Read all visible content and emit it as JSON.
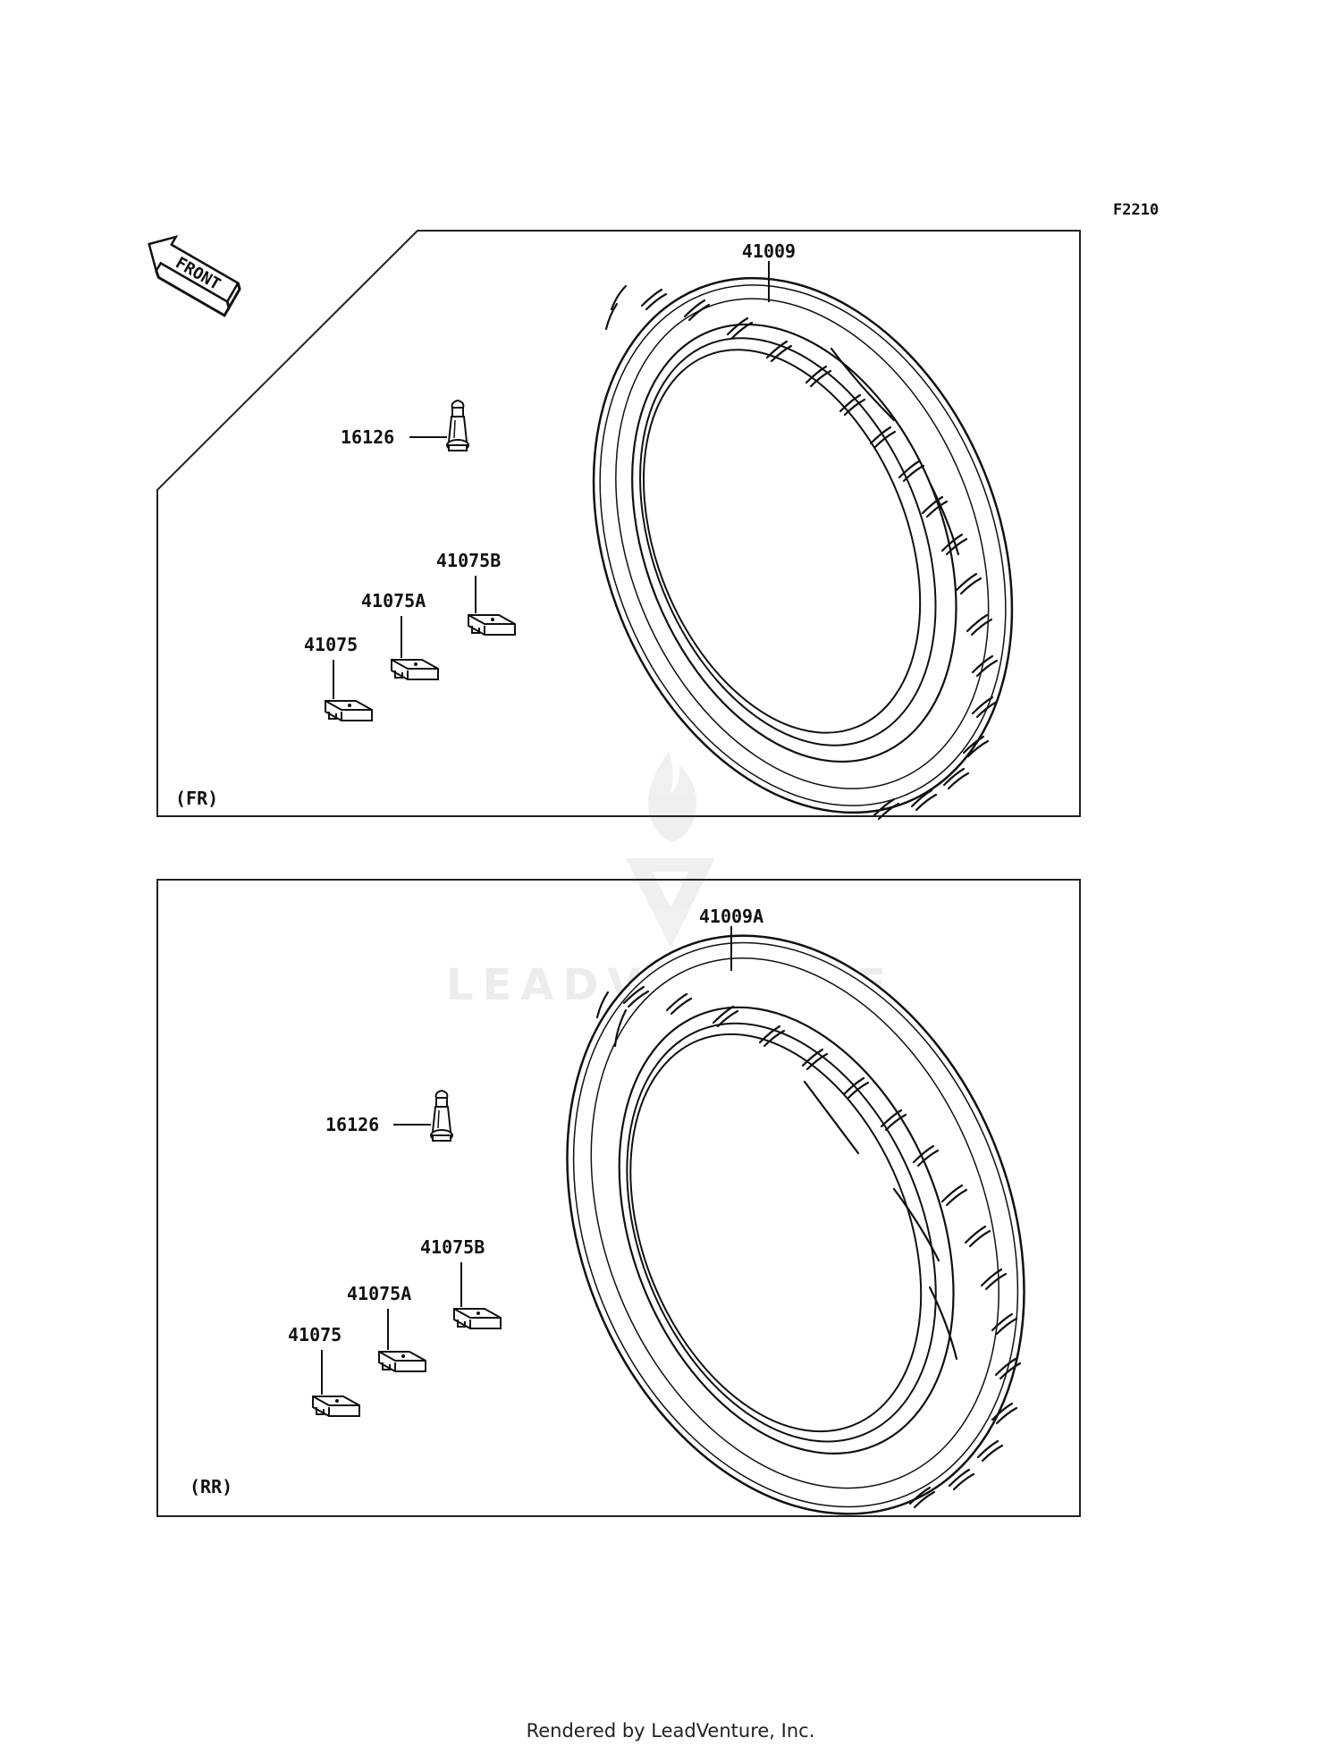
{
  "diagram_code": "F2210",
  "front_arrow_text": "FRONT",
  "watermark": "LEADVENTURE",
  "footer": "Rendered by LeadVenture, Inc.",
  "panels": [
    {
      "id": "front",
      "label": "(FR)",
      "parts": {
        "tire": "41009",
        "valve": "16126",
        "weight_b": "41075B",
        "weight_a": "41075A",
        "weight": "41075"
      }
    },
    {
      "id": "rear",
      "label": "(RR)",
      "parts": {
        "tire": "41009A",
        "valve": "16126",
        "weight_b": "41075B",
        "weight_a": "41075A",
        "weight": "41075"
      }
    }
  ]
}
